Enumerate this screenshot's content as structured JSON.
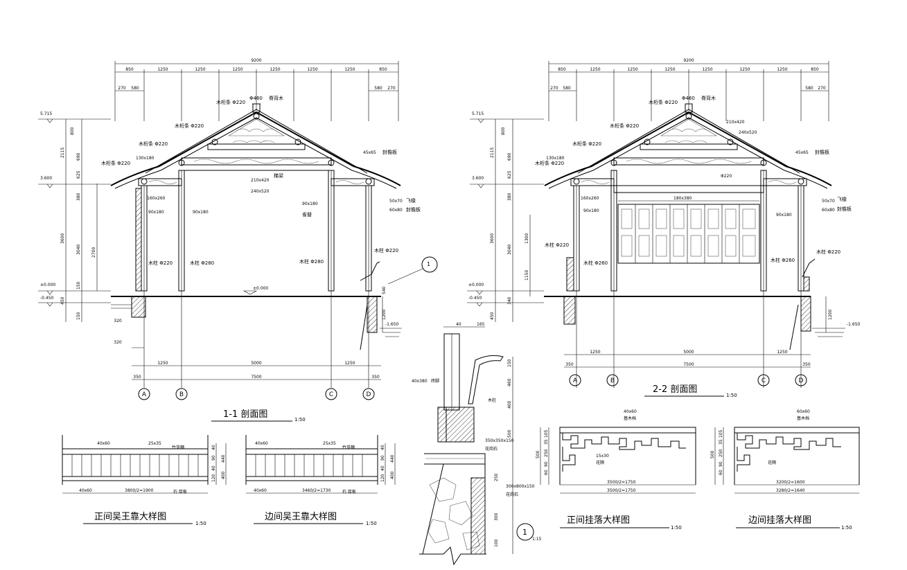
{
  "section_1_1": {
    "title": "1-1 剖面图",
    "scale": "1:50",
    "top_total": "9200",
    "top_dims": [
      "850",
      "1250",
      "1250",
      "1250",
      "1250",
      "1250",
      "1250",
      "850"
    ],
    "top_sub": [
      "270",
      "580",
      "580",
      "270"
    ],
    "elev_labels": [
      "5.715",
      "3.600",
      "±0.000",
      "-0.450"
    ],
    "left_dims": [
      "800",
      "2115",
      "690",
      "625",
      "380",
      "3600",
      "3040",
      "2700",
      "150",
      "450",
      "150"
    ],
    "labels": {
      "ridge_purlin": "Φ460",
      "ridge_wood": "脊背木",
      "purlin1": "木桁条 Φ220",
      "purlin2": "木桁条 Φ220",
      "purlin3": "木桁条 Φ220",
      "purlin4": "木桁条 Φ220",
      "beam_130": "130x180",
      "beam_160": "160x260",
      "beam_90a": "90x180",
      "beam_90b": "90x180",
      "beam_210": "210x420",
      "beam_240": "240x520",
      "fascia": "45x65",
      "fascia_text": "封檐板",
      "detail_a": "50x70",
      "fly_rafter": "飞椽",
      "detail_b": "60x80",
      "eave_board": "封檐板",
      "ladder_beam": "梯梁",
      "brace": "90x180",
      "brace_text": "雀替",
      "col1": "木柱 Φ220",
      "col2": "木柱 Φ280",
      "col3": "木柱 Φ280",
      "col4": "木柱 Φ220",
      "floor": "±0.000",
      "water": "-1.650",
      "d540": "540",
      "d1200": "1200"
    },
    "bottom_dims": [
      "320",
      "320",
      "1250",
      "5000",
      "1250",
      "350",
      "7500",
      "350"
    ],
    "axes": [
      "A",
      "B",
      "C",
      "D"
    ]
  },
  "section_2_2": {
    "title": "2-2 剖面图",
    "scale": "1:50",
    "top_total": "9200",
    "top_dims": [
      "850",
      "1250",
      "1250",
      "1250",
      "1250",
      "1250",
      "1250",
      "850"
    ],
    "top_sub": [
      "270",
      "580",
      "580",
      "270"
    ],
    "elev_labels": [
      "5.715",
      "3.600",
      "±0.000",
      "-0.450"
    ],
    "left_dims": [
      "800",
      "2115",
      "690",
      "625",
      "380",
      "3600",
      "3040",
      "1300",
      "1150",
      "340",
      "450"
    ],
    "labels": {
      "ridge": "Φ460",
      "ridge_wood": "脊背木",
      "purlin1": "木桁条 Φ220",
      "purlin2": "木桁条 Φ220",
      "purlin3": "木桁条 Φ220",
      "purlin4": "木桁条 Φ220",
      "beam_130": "130x180",
      "beam_160": "160x260",
      "beam_90": "90x180",
      "beam_240": "240x520",
      "beam_210": "210x420",
      "phi220": "Φ220",
      "lintel": "180x380",
      "beam_90r": "90x180",
      "fascia": "45x65",
      "fascia_text": "封檐板",
      "detail_a": "50x70",
      "fly_rafter": "飞椽",
      "detail_b": "60x80",
      "eave_board": "封檐板",
      "col1": "木柱 Φ220",
      "col2": "木柱 Φ260",
      "col3": "木柱 Φ260",
      "col4": "木柱 Φ220",
      "water": "-1.650",
      "d1200": "1200"
    },
    "bottom_dims": [
      "350",
      "1250",
      "5000",
      "1250",
      "350",
      "7500"
    ],
    "axes": [
      "A",
      "B",
      "C",
      "D"
    ]
  },
  "foundation_detail": {
    "dims_top": [
      "40",
      "165"
    ],
    "labels": [
      "40x380",
      "砖脚",
      "木柱",
      "350x350x150",
      "花岗石",
      "300x800x150",
      "花岗石"
    ],
    "right_dims": [
      "150",
      "460",
      "400",
      "500",
      "250",
      "300",
      "100"
    ],
    "mark": "1",
    "scale": "1:15"
  },
  "railing_main": {
    "title": "正间吴王靠大样图",
    "scale": "1:50",
    "labels": [
      "40x60",
      "25x35",
      "竹芽棚",
      "40x60",
      "3800/2=1900",
      "石 厚板"
    ],
    "right_dims": [
      "40",
      "90",
      "40",
      "120",
      "440",
      "400"
    ]
  },
  "railing_side": {
    "title": "边间吴王靠大样图",
    "scale": "1:50",
    "labels": [
      "40x60",
      "25x35",
      "竹芽棚",
      "40x60",
      "3460/2=1730",
      "石 厚板"
    ],
    "right_dims": [
      "40",
      "90",
      "40",
      "120",
      "440",
      "400"
    ]
  },
  "hanging_main": {
    "title": "正间挂落大样图",
    "scale": "1:50",
    "labels": [
      "40x60",
      "基木档",
      "15x30",
      "花隔",
      "3500/2=1750",
      "3500/2=1750"
    ],
    "left_dims": [
      "500",
      "105",
      "35",
      "250",
      "90",
      "60"
    ]
  },
  "hanging_side": {
    "title": "边间挂落大样图",
    "scale": "1:50",
    "labels": [
      "60x60",
      "基木档",
      "花隔",
      "3200/2=1600",
      "3280/2=1640"
    ],
    "left_dims": [
      "500",
      "105",
      "35",
      "250",
      "90",
      "60"
    ]
  }
}
